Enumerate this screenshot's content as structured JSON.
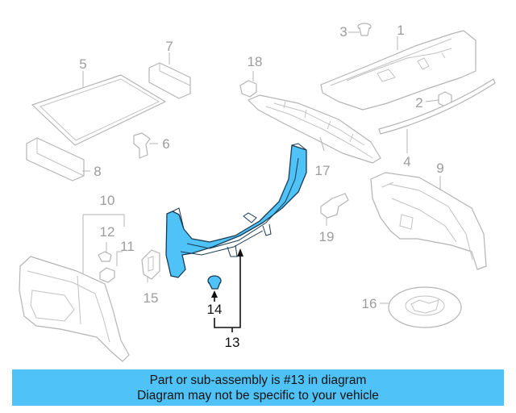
{
  "callouts": {
    "c1": "1",
    "c2": "2",
    "c3": "3",
    "c4": "4",
    "c5": "5",
    "c6": "6",
    "c7": "7",
    "c8": "8",
    "c9": "9",
    "c10": "10",
    "c11": "11",
    "c12": "12",
    "c13": "13",
    "c14": "14",
    "c15": "15",
    "c16": "16",
    "c17": "17",
    "c18": "18"
  },
  "highlight": {
    "part_number": "13",
    "color": "#4fc3f7"
  },
  "banner": {
    "line1": "Part or sub-assembly is #13 in diagram",
    "line2": "Diagram may not be specific to your vehicle",
    "background": "#4fc3f7"
  }
}
